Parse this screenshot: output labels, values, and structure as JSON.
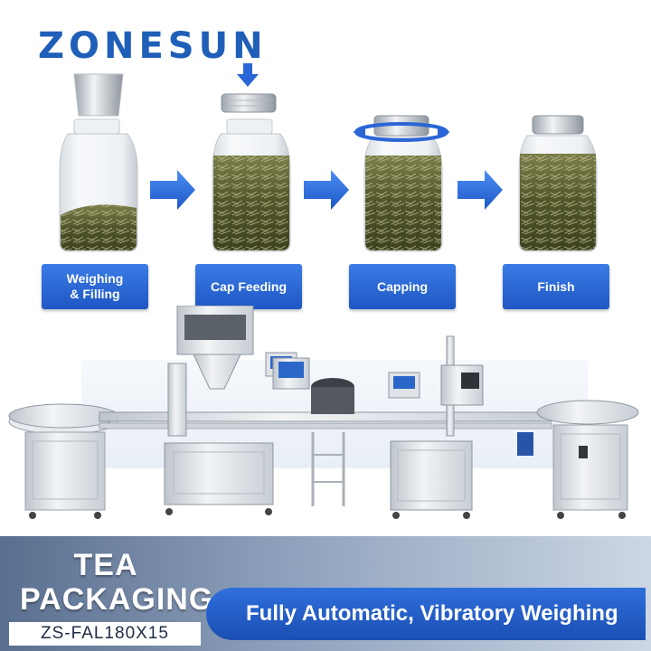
{
  "brand": {
    "name": "ZONESUN",
    "color": "#1f5fb8"
  },
  "steps": [
    {
      "line1": "Weighing",
      "line2": "& Filling"
    },
    {
      "line1": "Cap Feeding",
      "line2": ""
    },
    {
      "line1": "Capping",
      "line2": ""
    },
    {
      "line1": "Finish",
      "line2": ""
    }
  ],
  "product": {
    "title_line1": "TEA",
    "title_line2": "PACKAGING",
    "model": "ZS-FAL180X15",
    "feature": "Fully Automatic, Vibratory Weighing"
  },
  "colors": {
    "accent_blue": "#2a66d6",
    "band_dark": "#5a6f8f",
    "steel": "#d9dde3"
  },
  "icons": [
    "cup-icon",
    "down-arrow-icon",
    "rotate-arrow-icon",
    "right-arrow-icon",
    "jar-icon"
  ]
}
